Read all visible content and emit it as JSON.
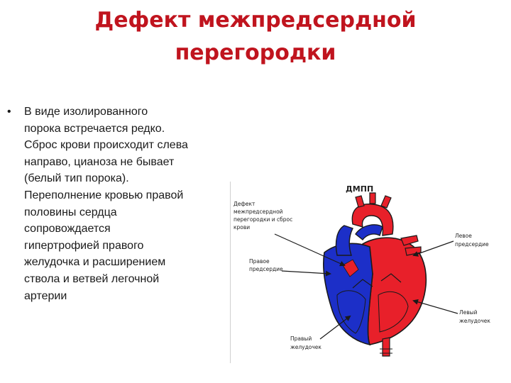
{
  "slide": {
    "title_line1": "Дефект межпредсердной",
    "title_line2": "перегородки",
    "bullet_text": "В виде изолированного\nпорока встречается редко.\nСброс крови происходит слева\nнаправо, цианоза не бывает\n(белый тип порока).\nПереполнение кровью правой\nполовины сердца\nсопровождается\nгипертрофией правого\nжелудочка и расширением\nствола и ветвей легочной\nартерии"
  },
  "figure": {
    "title": "ДМПП",
    "label_defect_1": "Дефект",
    "label_defect_2": "межпредсердной",
    "label_defect_3": "перегородки и сброс",
    "label_defect_4": "крови",
    "label_right_atrium_1": "Правое",
    "label_right_atrium_2": "предсердие",
    "label_left_atrium_1": "Левое",
    "label_left_atrium_2": "предсердие",
    "label_left_ventricle_1": "Левый",
    "label_left_ventricle_2": "желудочек",
    "label_right_ventricle_1": "Правый",
    "label_right_ventricle_2": "желудочек"
  },
  "colors": {
    "title": "#c0141e",
    "oxygenated": "#e8202a",
    "deoxygenated": "#1c2fc8",
    "outline": "#1a1a1a"
  }
}
